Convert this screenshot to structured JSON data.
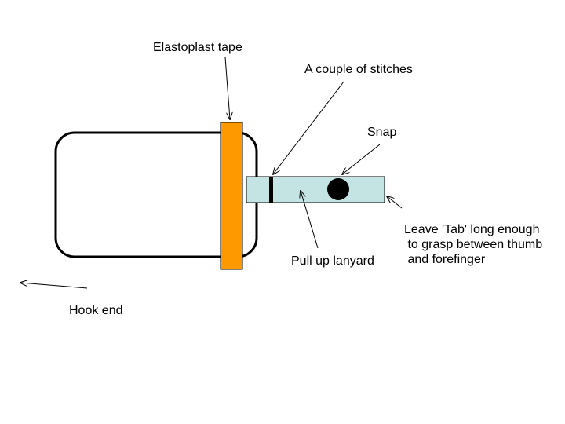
{
  "labels": {
    "elastoplast_tape": "Elastoplast tape",
    "stitches": "A couple of stitches",
    "snap": "Snap",
    "tab_note": "Leave 'Tab' long enough\n to grasp between thumb\n and forefinger",
    "pull_up_lanyard": "Pull up lanyard",
    "hook_end": "Hook end"
  },
  "colors": {
    "tape": "#ff9900",
    "tab": "#c4e4e4",
    "outline": "#000000",
    "snap": "#000000"
  }
}
